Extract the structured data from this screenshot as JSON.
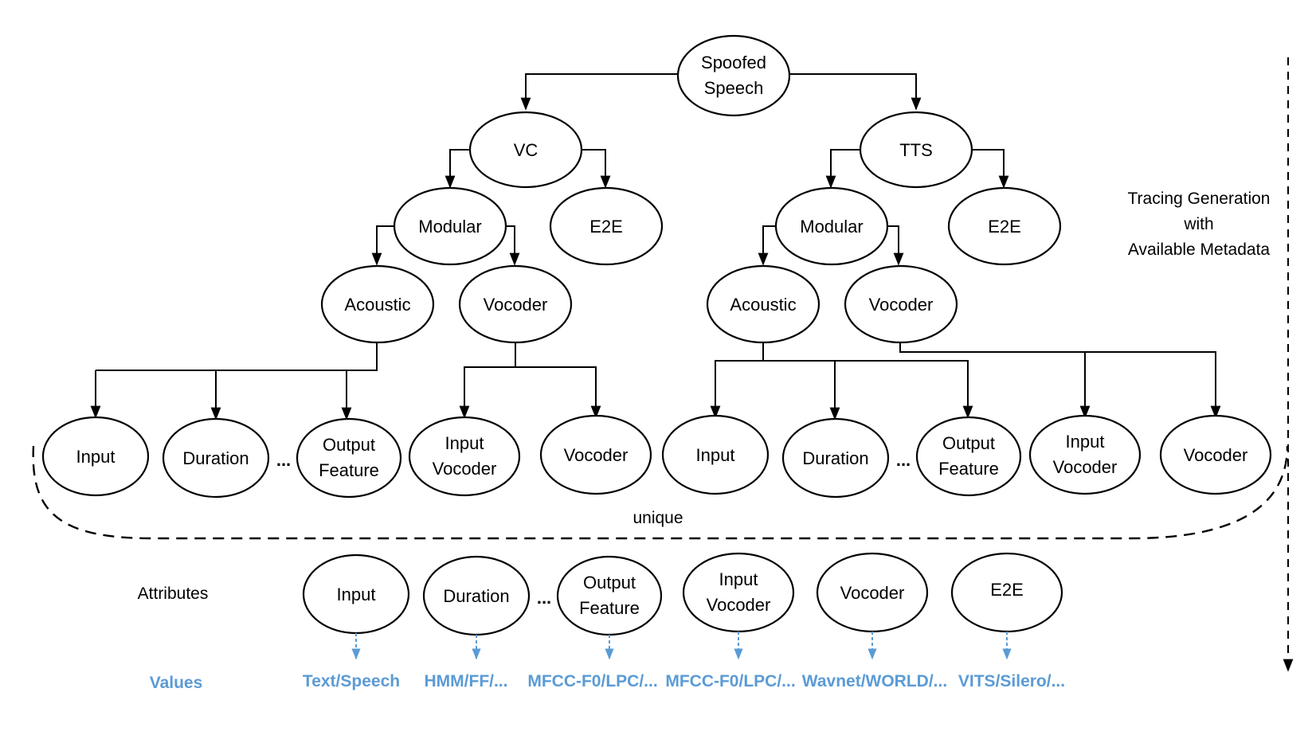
{
  "nodes": {
    "root": [
      "Spoofed",
      "Speech"
    ],
    "vc": [
      "VC"
    ],
    "tts": [
      "TTS"
    ],
    "vc_modular": [
      "Modular"
    ],
    "vc_e2e": [
      "E2E"
    ],
    "tts_modular": [
      "Modular"
    ],
    "tts_e2e": [
      "E2E"
    ],
    "vc_acoustic": [
      "Acoustic"
    ],
    "vc_vocoder": [
      "Vocoder"
    ],
    "tts_acoustic": [
      "Acoustic"
    ],
    "tts_vocoder": [
      "Vocoder"
    ],
    "vc_input": [
      "Input"
    ],
    "vc_duration": [
      "Duration"
    ],
    "vc_output_feature": [
      "Output",
      "Feature"
    ],
    "vc_input_vocoder": [
      "Input",
      "Vocoder"
    ],
    "vc_vocoder_leaf": [
      "Vocoder"
    ],
    "tts_input": [
      "Input"
    ],
    "tts_duration": [
      "Duration"
    ],
    "tts_output_feature": [
      "Output",
      "Feature"
    ],
    "tts_input_vocoder": [
      "Input",
      "Vocoder"
    ],
    "tts_vocoder_leaf": [
      "Vocoder"
    ],
    "attr_input": [
      "Input"
    ],
    "attr_duration": [
      "Duration"
    ],
    "attr_output_feature": [
      "Output",
      "Feature"
    ],
    "attr_input_vocoder": [
      "Input",
      "Vocoder"
    ],
    "attr_vocoder": [
      "Vocoder"
    ],
    "attr_e2e": [
      "E2E"
    ]
  },
  "ellipsis": "...",
  "unique_label": "unique",
  "attributes_label": "Attributes",
  "values_label": "Values",
  "values": {
    "input": "Text/Speech",
    "duration": "HMM/FF/...",
    "output_feature": "MFCC-F0/LPC/...",
    "input_vocoder": "MFCC-F0/LPC/...",
    "vocoder": "Wavnet/WORLD/...",
    "e2e": "VITS/Silero/..."
  },
  "side_note": [
    "Tracing Generation",
    "with",
    "Available Metadata"
  ],
  "colors": {
    "values_text": "#5b9bd5",
    "value_arrow": "#5b9bd5",
    "lines": "#000000"
  }
}
